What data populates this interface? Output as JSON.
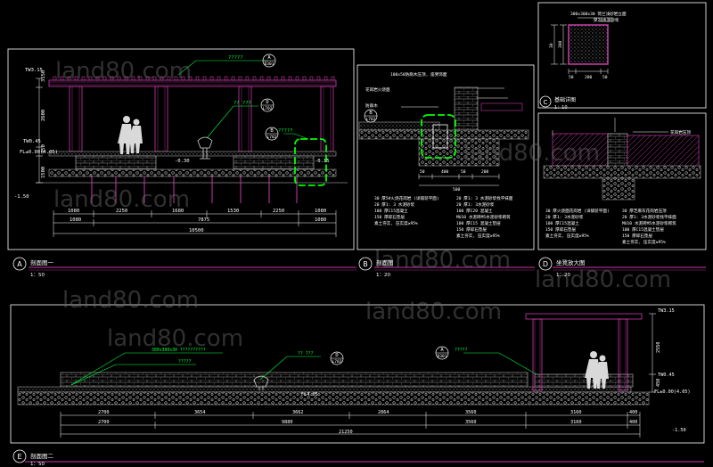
{
  "watermark": "land80.com",
  "colors": {
    "background": "#000000",
    "frame": "#ffffff",
    "annotation": "#00ff3c",
    "dimension": "#ffffff",
    "structure": "#c83aa8",
    "hatch": "#bbbbbb",
    "callout": "#00ff00"
  },
  "panel_a": {
    "title": "剖面图一",
    "letter": "A",
    "scale": "1：50",
    "elev_top": "TW3.15",
    "elev_mid": "TW0.45",
    "elev_floor": "FL±0.00(4.05)",
    "elev_base": "-1.50",
    "tag_mid": "-0.30",
    "tag_right": "-0.15",
    "v_dims": [
      "3150",
      "2600",
      "450",
      "1500"
    ],
    "callout_a": {
      "letter": "A",
      "sheet": "D301"
    },
    "callout_d": {
      "letter": "D",
      "sheet": "L702"
    },
    "callout_b": {
      "letter": "B",
      "sheet": "L702"
    },
    "leader_a": "?????",
    "leader_d": "?? ???",
    "leader_b": "?????",
    "dims_row1": [
      "1080",
      "2250",
      "1680",
      "1530",
      "2250",
      "1080"
    ],
    "dims_row2": [
      "1080",
      "7875",
      "1080"
    ],
    "dims_total": "10500"
  },
  "panel_b": {
    "title": "剖面图",
    "letter": "B",
    "scale": "1：20",
    "callout": {
      "letter": "B",
      "sheet": "L702"
    },
    "notes_top": [
      "100x50防腐木压顶, 座凳饰面",
      "花岗岩火烧面",
      "防腐木"
    ],
    "dims": [
      "50",
      "400",
      "50",
      "200"
    ],
    "dims_total": "500",
    "legend_left": [
      "30 厚5#火烧花岗岩 (详铺装平面)",
      "20 厚1: 3 水泥砂浆",
      "100 厚C15混凝土",
      "150 厚碎石垫层",
      "素土夯实, 压实度≥95%"
    ],
    "legend_right": [
      "20 厚1: 3 水泥砂浆找平抹面",
      "20 厚1: 3水泥砂浆",
      "100 厚C20 混凝土",
      "MU10 水泥砖M5水泥砂浆砌筑",
      "100 厚C15 混凝土垫层",
      "150 厚碎石垫层",
      "素土夯实, 压实度≥95%"
    ]
  },
  "panel_c": {
    "title": "基础详图",
    "letter": "C",
    "scale": "1：10",
    "header": "300x300x30 荷兰浅砂岩立面",
    "note_small": "厚20水泥砂浆",
    "v_dims": [
      "300",
      "30"
    ],
    "h_dims": [
      "50",
      "200",
      "50"
    ]
  },
  "panel_d": {
    "title": "坐凳放大图",
    "letter": "D",
    "scale": "1：20",
    "note_right": "花岗岩压顶",
    "legend_left": [
      "30 厚火烧面花岗岩 (详铺装平面)",
      "20 厚1: 3水泥砂浆",
      "100 厚C15混凝土",
      "150 厚碎石垫层",
      "素土夯实, 压实度≥95%"
    ],
    "legend_right": [
      "30 厚芝麻灰花岗岩压顶",
      "20 厚1: 3水泥砂浆找平抹面",
      "MU10 水泥砖M5水泥砂浆砌筑",
      "100 厚C15混凝土垫层",
      "150 厚碎石垫层",
      "素土夯实, 压实度≥95%"
    ]
  },
  "panel_e": {
    "title": "剖面图二",
    "letter": "E",
    "scale": "1：50",
    "elev_top": "TW3.15",
    "elev_mid": "TW0.45",
    "elev_floor": "FL±0.00(4.05)",
    "elev_base": "-1.50",
    "tag_floor": "FL4.05",
    "v_dims": [
      "2550",
      "450"
    ],
    "note_top": "300x300x30 ??????????",
    "note_mid": "?????",
    "callout_d": {
      "letter": "D",
      "sheet": "L702"
    },
    "callout_a": {
      "letter": "A",
      "sheet": "D301"
    },
    "leader_d": "?? ???",
    "leader_a": "?????",
    "dims_row1": [
      "2700",
      "3654",
      "3662",
      "2864",
      "3560",
      "3160",
      "400"
    ],
    "dims_row2": [
      "2700",
      "9880",
      "3560",
      "3160",
      "400"
    ],
    "dims_total": "21250"
  }
}
